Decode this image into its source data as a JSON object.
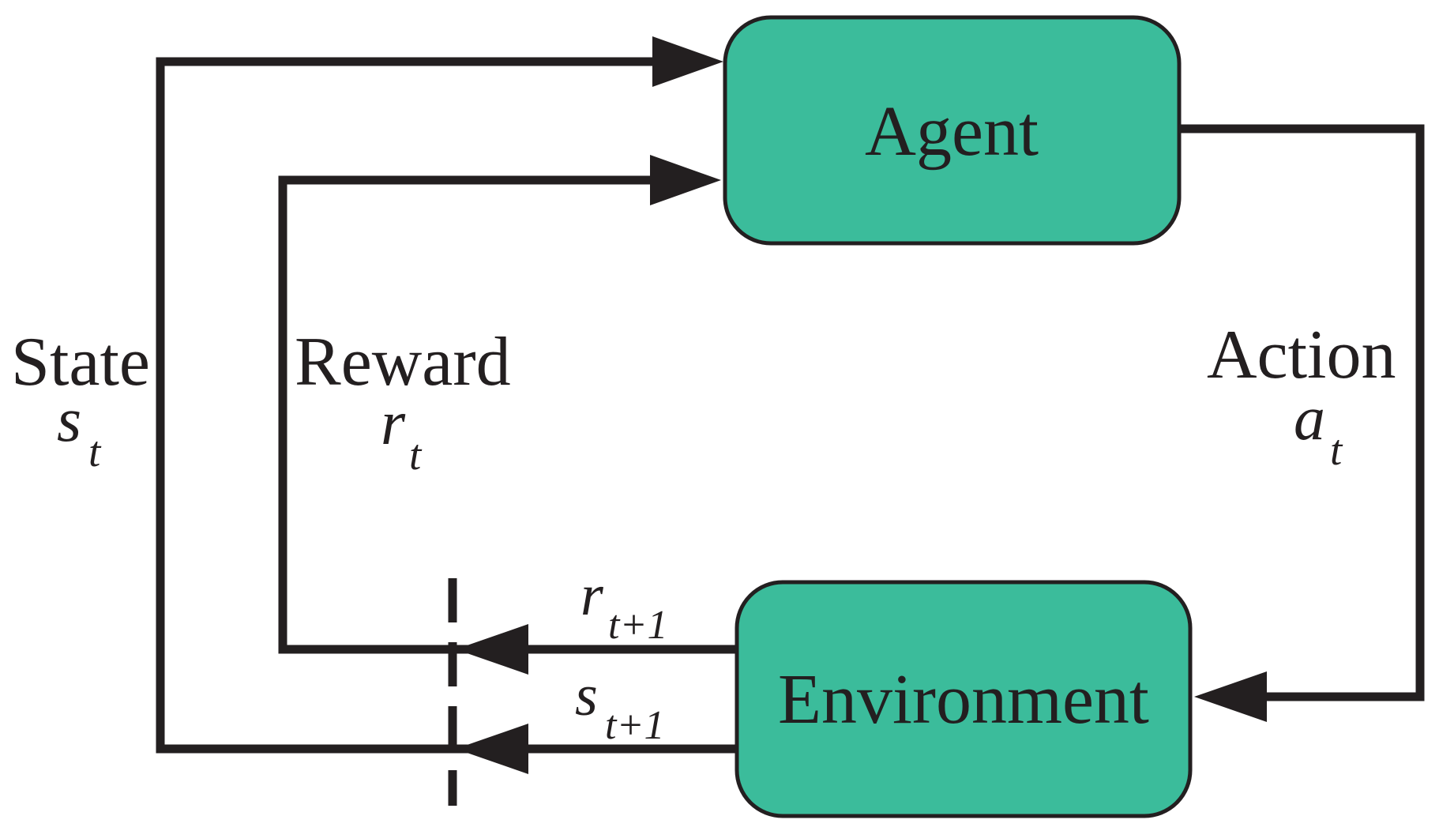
{
  "diagram": {
    "description": "Reinforcement learning agent-environment interaction loop"
  },
  "colors": {
    "node_fill": "#3BBC9B",
    "line": "#231F20",
    "background": "#FFFFFF"
  },
  "nodes": {
    "agent": {
      "label": "Agent"
    },
    "environment": {
      "label": "Environment"
    }
  },
  "edges": {
    "state": {
      "word": "State",
      "symbol": "s",
      "subscript": "t"
    },
    "reward": {
      "word": "Reward",
      "symbol": "r",
      "subscript": "t"
    },
    "action": {
      "word": "Action",
      "symbol": "a",
      "subscript": "t"
    },
    "next_reward": {
      "symbol": "r",
      "subscript": "t+1"
    },
    "next_state": {
      "symbol": "s",
      "subscript": "t+1"
    }
  }
}
